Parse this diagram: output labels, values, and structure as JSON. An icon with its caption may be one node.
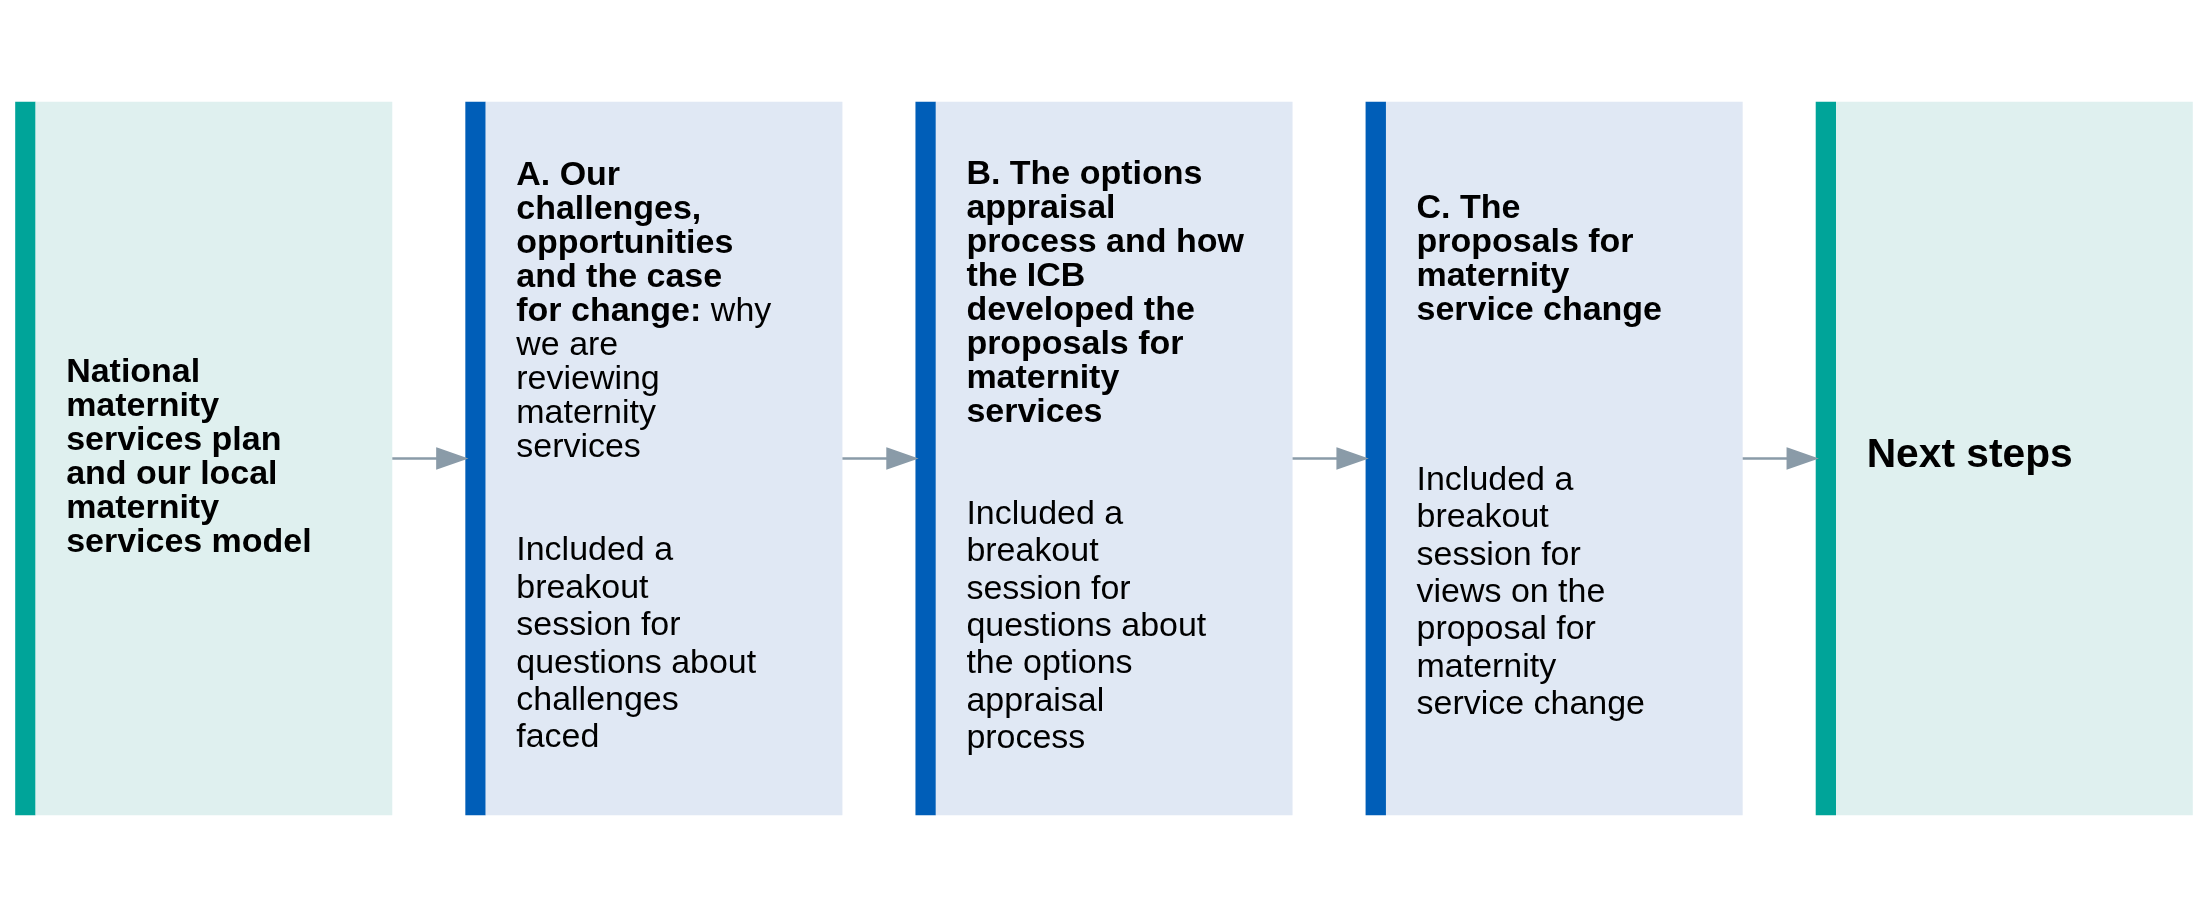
{
  "diagram": {
    "nodes": [
      {
        "text": [
          "National maternity services plan and our local maternity services model"
        ]
      },
      {
        "text": [
          "**A. Our challenges, opportunities and the case for change:** why we are reviewing maternity services",
          "Included a breakout session for questions about challenges faced"
        ]
      },
      {
        "text": [
          "B. The options appraisal process and how the ICB developed the proposals for maternity services",
          "Included a breakout session for questions about the options appraisal process"
        ]
      },
      {
        "text": [
          "C. The proposals for maternity service change",
          "Included a breakout session for views on the proposal for maternity service change"
        ]
      },
      {
        "text": [
          "Next steps"
        ]
      }
    ],
    "edges": [
      {
        "from": 0,
        "to": 1,
        "arrow": "to"
      },
      {
        "from": 1,
        "to": 2,
        "arrow": "to"
      },
      {
        "from": 2,
        "to": 3,
        "arrow": "to"
      },
      {
        "from": 3,
        "to": 4,
        "arrow": "to"
      }
    ]
  }
}
